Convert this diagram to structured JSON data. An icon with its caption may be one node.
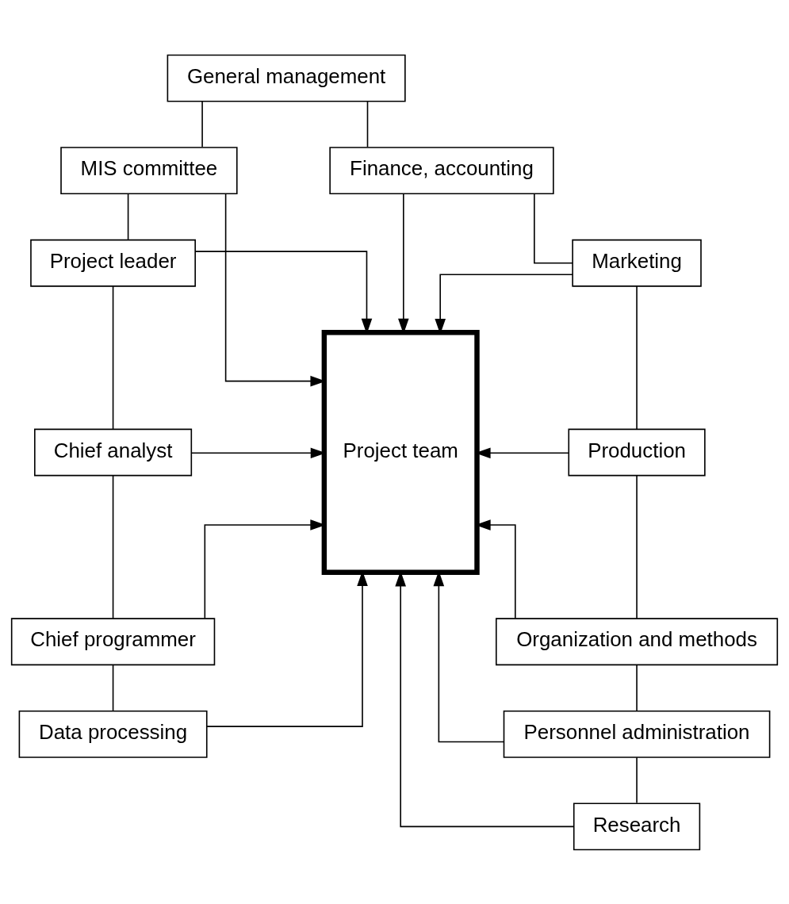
{
  "diagram": {
    "nodes": [
      {
        "text": [
          "General management"
        ]
      },
      {
        "text": [
          "MIS committee"
        ]
      },
      {
        "text": [
          "Project leader"
        ]
      },
      {
        "text": [
          "Chief analyst"
        ]
      },
      {
        "text": [
          "Chief programmer"
        ]
      },
      {
        "text": [
          "Data processing"
        ]
      },
      {
        "text": [
          "Project team"
        ]
      },
      {
        "text": [
          "Finance, accounting"
        ]
      },
      {
        "text": [
          "Marketing"
        ]
      },
      {
        "text": [
          "Production"
        ]
      },
      {
        "text": [
          "Organization and methods"
        ]
      },
      {
        "text": [
          "Personnel administration"
        ]
      },
      {
        "text": [
          "Research"
        ]
      }
    ],
    "edges": [
      {
        "from": 0,
        "to": 1,
        "arrow": "none"
      },
      {
        "from": 0,
        "to": 7,
        "arrow": "none"
      },
      {
        "from": 1,
        "to": 2,
        "arrow": "none"
      },
      {
        "from": 2,
        "to": 3,
        "arrow": "none"
      },
      {
        "from": 3,
        "to": 4,
        "arrow": "none"
      },
      {
        "from": 4,
        "to": 5,
        "arrow": "none"
      },
      {
        "from": 7,
        "to": 8,
        "arrow": "none"
      },
      {
        "from": 8,
        "to": 9,
        "arrow": "none"
      },
      {
        "from": 9,
        "to": 10,
        "arrow": "none"
      },
      {
        "from": 10,
        "to": 11,
        "arrow": "none"
      },
      {
        "from": 11,
        "to": 12,
        "arrow": "none"
      },
      {
        "from": 1,
        "to": 6,
        "arrow": "to"
      },
      {
        "from": 2,
        "to": 6,
        "arrow": "to"
      },
      {
        "from": 3,
        "to": 6,
        "arrow": "to"
      },
      {
        "from": 4,
        "to": 6,
        "arrow": "to"
      },
      {
        "from": 5,
        "to": 6,
        "arrow": "to"
      },
      {
        "from": 7,
        "to": 6,
        "arrow": "to"
      },
      {
        "from": 8,
        "to": 6,
        "arrow": "to"
      },
      {
        "from": 9,
        "to": 6,
        "arrow": "to"
      },
      {
        "from": 10,
        "to": 6,
        "arrow": "to"
      },
      {
        "from": 11,
        "to": 6,
        "arrow": "to"
      },
      {
        "from": 12,
        "to": 6,
        "arrow": "to"
      }
    ]
  }
}
